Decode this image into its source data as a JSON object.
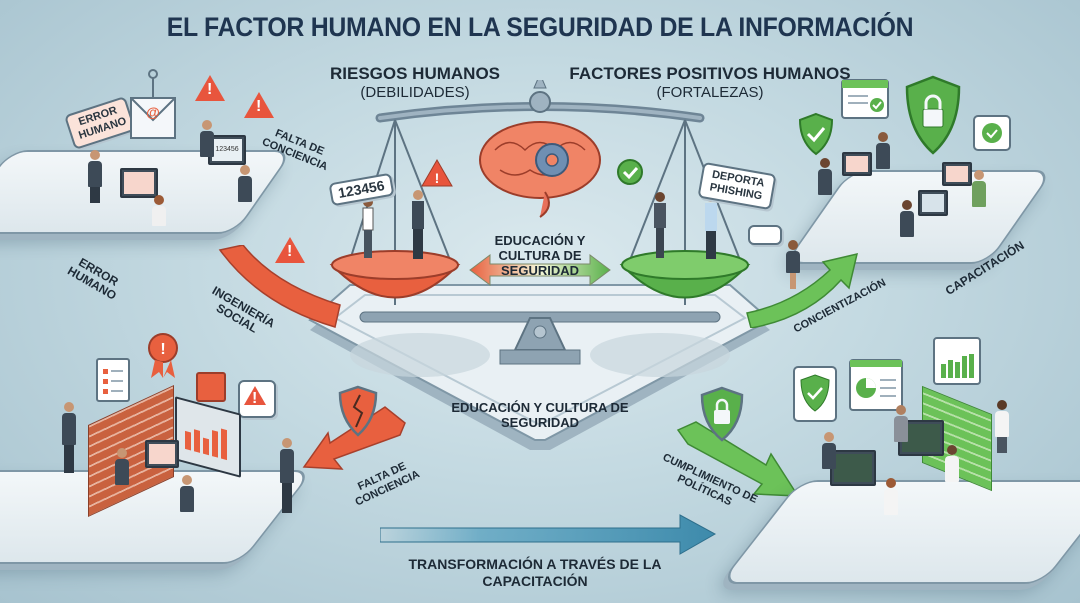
{
  "title": "EL FACTOR HUMANO EN LA SEGURIDAD DE LA INFORMACIÓN",
  "left_header": {
    "title": "RIESGOS HUMANOS",
    "subtitle": "(DEBILIDADES)"
  },
  "right_header": {
    "title": "FACTORES POSITIVOS HUMANOS",
    "subtitle": "(FORTALEZAS)"
  },
  "top_left_scene": {
    "bubble_error": "ERROR HUMANO",
    "label_falta": "FALTA DE CONCIENCIA",
    "monitor_text": "123456",
    "floor_label": "ERROR HUMANO"
  },
  "scale": {
    "left_pan_bubble": "123456",
    "right_pan_bubble": "DEPORTA PHISHING",
    "center_label": "EDUCACIÓN Y CULTURA DE SEGURIDAD",
    "base_label": "EDUCACIÓN Y CULTURA DE SEGURIDAD"
  },
  "arrows": {
    "ingenieria_social": "INGENIERÍA SOCIAL",
    "concientizacion": "CONCIENTIZACIÓN",
    "falta_conciencia": "FALTA DE CONCIENCIA",
    "cumplimiento": "CUMPLIMIENTO DE POLÍTICAS",
    "transformacion": "TRANSFORMACIÓN A TRAVÉS DE LA CAPACITACIÓN"
  },
  "top_right_scene": {
    "floor_label": "CAPACITACIÓN"
  },
  "colors": {
    "risk": "#e8603f",
    "positive": "#6cc259",
    "title": "#1f3550",
    "transform_arrow": "#4f9dbd"
  }
}
